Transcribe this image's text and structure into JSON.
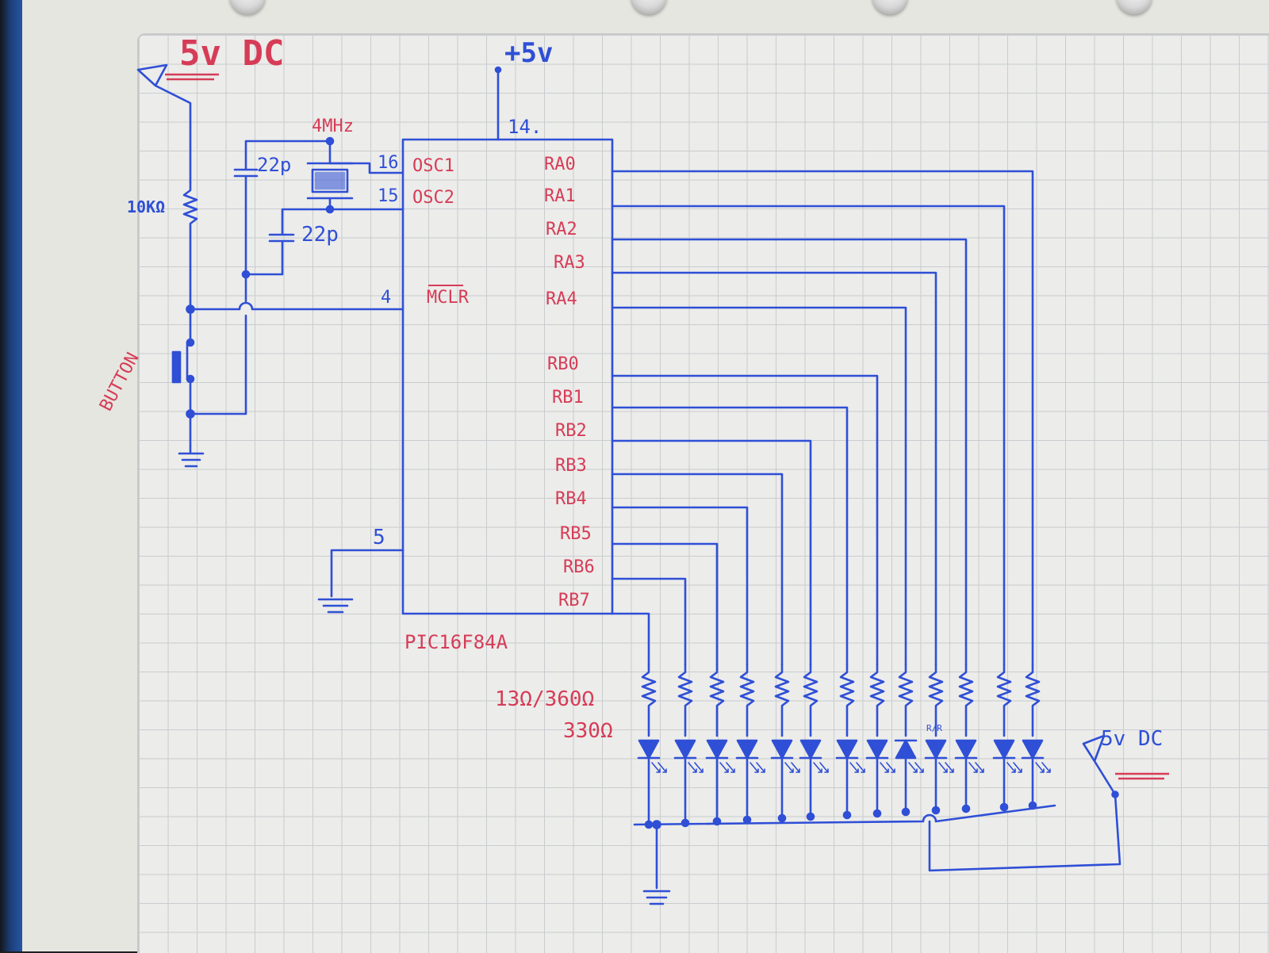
{
  "power": {
    "supply_top": "5v DC",
    "vcc_pin": "+5v",
    "supply_bottom": "5v DC"
  },
  "oscillator": {
    "crystal": "4MHz",
    "cap1": "22p",
    "cap2": "22p"
  },
  "reset": {
    "pullup": "10KΩ",
    "button": "BUTTON"
  },
  "chip": {
    "name": "PIC16F84A",
    "pin_numbers": {
      "vdd": "14.",
      "osc1": "16",
      "osc2": "15",
      "mclr": "4",
      "vss": "5"
    },
    "left_pins": {
      "osc1": "OSC1",
      "osc2": "OSC2",
      "mclr": "MCLR"
    },
    "right_pins": [
      "RA0",
      "RA1",
      "RA2",
      "RA3",
      "RA4",
      "RB0",
      "RB1",
      "RB2",
      "RB3",
      "RB4",
      "RB5",
      "RB6",
      "RB7"
    ]
  },
  "led_bank": {
    "resistor_note_1": "13Ω/360Ω",
    "resistor_note_2": "330Ω",
    "special_led_label": "R/R",
    "led_count": 13
  },
  "colors": {
    "wire": "#2f4fd6",
    "label_red": "#d63c57",
    "paper": "#ececea"
  }
}
